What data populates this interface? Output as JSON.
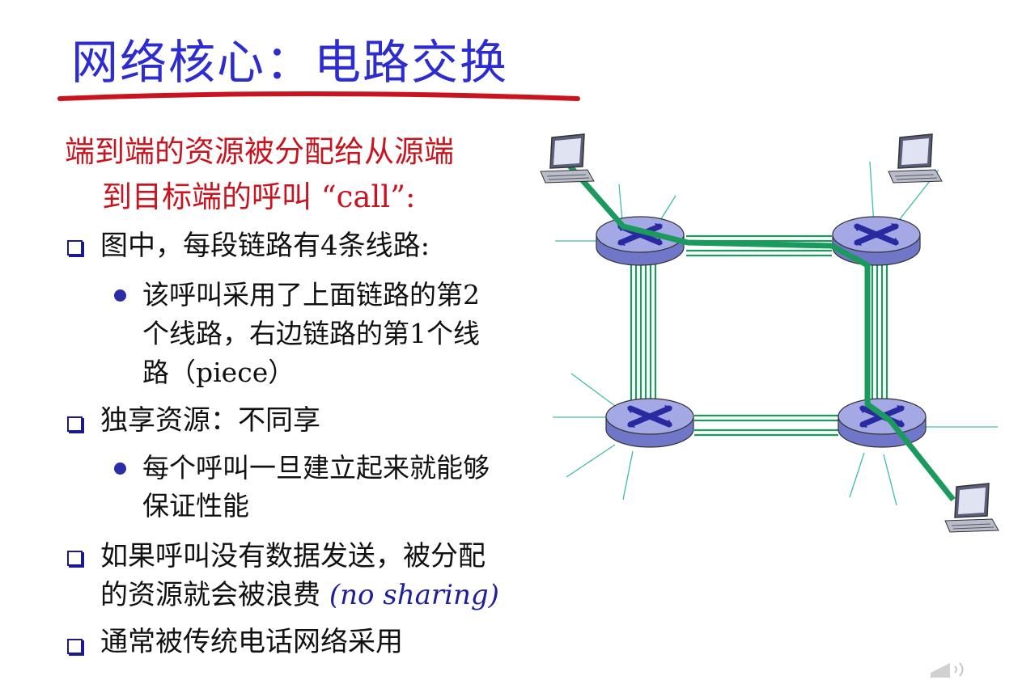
{
  "title": "网络核心：电路交换",
  "intro": {
    "line1": "端到端的资源被分配给从源端",
    "line2": "到目标端的呼叫 “call”:"
  },
  "bullets": [
    {
      "text": "图中，每段链路有4条线路:"
    },
    {
      "sub": [
        "该呼叫采用了上面链路的第2",
        "个线路，右边链路的第1个线",
        "路（piece）"
      ]
    },
    {
      "text": "独享资源：不同享"
    },
    {
      "sub": [
        "每个呼叫一旦建立起来就能够",
        "保证性能"
      ]
    },
    {
      "text_line1": "如果呼叫没有数据发送，被分配",
      "text_line2": "的资源就会被浪费",
      "text_italic": "(no sharing)"
    },
    {
      "text": "通常被传统电话网络采用"
    }
  ],
  "colors": {
    "title": "#2c2cd0",
    "intro": "#c8141e",
    "underline": "#c8141e",
    "circuit": "#1a9a5c",
    "router": "#8a8fd8"
  },
  "icons": [
    "computer-icon",
    "router-icon",
    "speaker-icon"
  ]
}
